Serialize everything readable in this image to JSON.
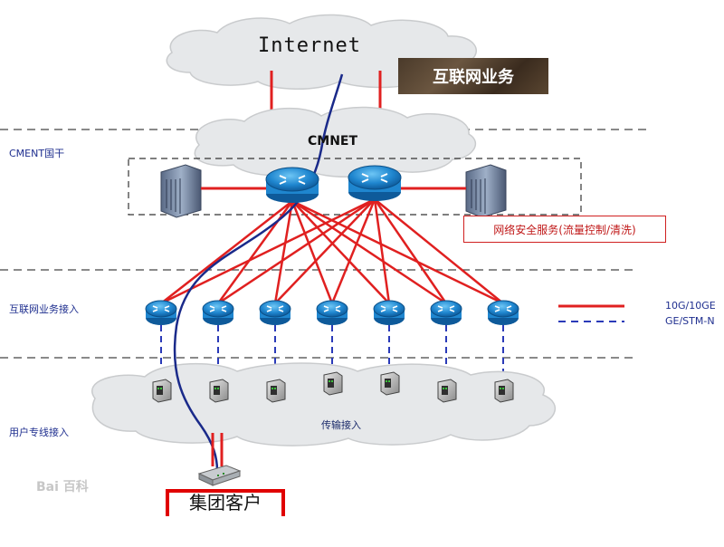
{
  "diagram": {
    "internet_label": "Internet",
    "internet_service_tag": "互联网业务",
    "cmnet_label": "CMNET",
    "security_service": "网络安全服务(流量控制/清洗)",
    "customer_label": "集团客户",
    "transport_label": "传输接入",
    "legend": {
      "solid_label": "10G/10GE",
      "dashed_label": "GE/STM-N",
      "solid_color": "#e02020",
      "dashed_color": "#2a3ab8"
    },
    "layers": [
      "CMENT国干",
      "互联网业务接入",
      "用户专线接入"
    ],
    "access_router_count": 7,
    "transport_device_count": 7,
    "watermark": "Bai 百科",
    "colors": {
      "link_red": "#e02020",
      "customer_path": "#1a2a8a",
      "layer_text": "#1f2f8f",
      "router_blue": "#1e7fc8"
    },
    "icons": [
      "cloud-icon",
      "router-icon",
      "server-rack-icon",
      "transport-device-icon",
      "modem-icon"
    ]
  }
}
